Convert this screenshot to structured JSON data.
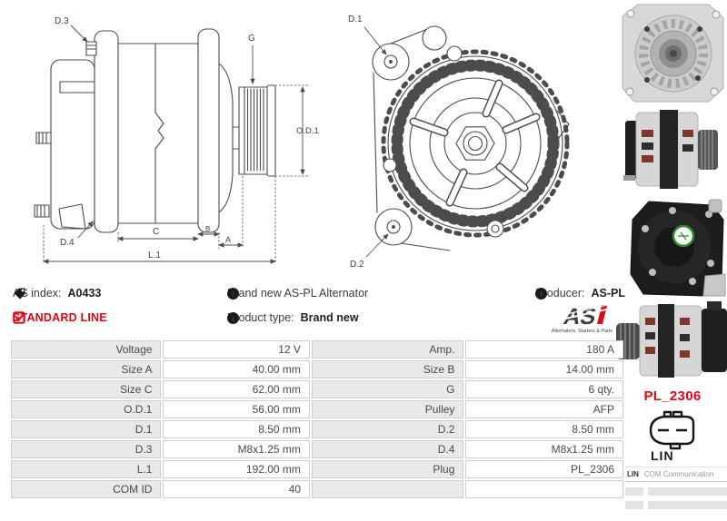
{
  "colors": {
    "red": "#e30613",
    "line": "#4c4c4c",
    "label_bg": "#e9e9e9",
    "border": "#cfcfcf"
  },
  "side_diagram": {
    "d3": "D.3",
    "g": "G",
    "od1": "O.D.1",
    "d4": "D.4",
    "c": "C",
    "b": "B",
    "a": "A",
    "l1": "L.1"
  },
  "front_diagram": {
    "d1": "D.1",
    "d2": "D.2"
  },
  "info": {
    "as_index_label": "AS index:",
    "as_index_value": "A0433",
    "standard_line": "STANDARD LINE",
    "brand_new": "Brand new AS-PL Alternator",
    "product_type_label": "Product type:",
    "product_type_value": "Brand new",
    "producer_label": "Producer:",
    "producer_value": "AS-PL",
    "logo_text": "AS",
    "logo_tagline": "Alternators, Starters & Parts"
  },
  "spec_table": {
    "rows": [
      {
        "l1": "Voltage",
        "v1": "12 V",
        "l2": "Amp.",
        "v2": "180 A"
      },
      {
        "l1": "Size A",
        "v1": "40.00 mm",
        "l2": "Size B",
        "v2": "14.00 mm"
      },
      {
        "l1": "Size C",
        "v1": "62.00 mm",
        "l2": "G",
        "v2": "6 qty."
      },
      {
        "l1": "O.D.1",
        "v1": "56.00 mm",
        "l2": "Pulley",
        "v2": "AFP"
      },
      {
        "l1": "D.1",
        "v1": "8.50 mm",
        "l2": "D.2",
        "v2": "8.50 mm"
      },
      {
        "l1": "D.3",
        "v1": "M8x1.25 mm",
        "l2": "D.4",
        "v2": "M8x1.25 mm"
      },
      {
        "l1": "L.1",
        "v1": "192.00 mm",
        "l2": "Plug",
        "v2": "PL_2306"
      },
      {
        "l1": "COM ID",
        "v1": "40",
        "l2": "",
        "v2": ""
      }
    ]
  },
  "plug": {
    "code": "PL_2306",
    "name": "LIN",
    "com_key": "LIN",
    "com_value": "COM Communication"
  }
}
